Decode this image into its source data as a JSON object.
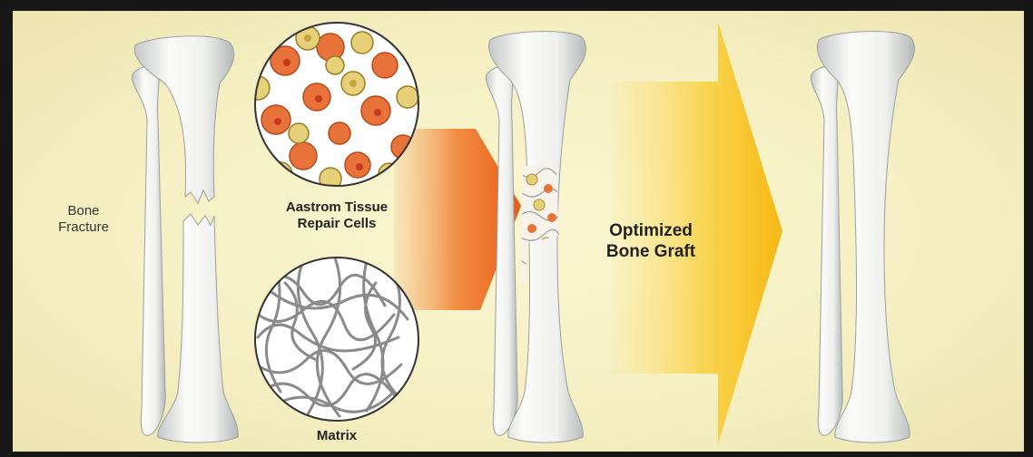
{
  "colors": {
    "background": "#f8f2c8",
    "bone": "#f3f3f0",
    "bone_shadow": "#b9bdbd",
    "orange_arrow": "#e8641a",
    "yellow_arrow": "#f7c21a",
    "cell_orange": "#e8733a",
    "cell_yellow": "#e6d07a",
    "matrix_fiber": "#8a8a8a"
  },
  "labels": {
    "bone_fracture_line1": "Bone",
    "bone_fracture_line2": "Fracture",
    "cells_line1": "Aastrom Tissue",
    "cells_line2": "Repair Cells",
    "matrix": "Matrix",
    "graft_line1": "Optimized",
    "graft_line2": "Bone Graft"
  },
  "icons": {
    "fractured_bone": "fractured-bone-icon",
    "treated_bone": "treated-bone-icon",
    "healed_bone": "healed-bone-icon",
    "cells_inset": "cells-circle-icon",
    "matrix_inset": "matrix-circle-icon",
    "orange_arrow": "orange-arrow-icon",
    "yellow_arrow": "yellow-arrow-icon"
  }
}
